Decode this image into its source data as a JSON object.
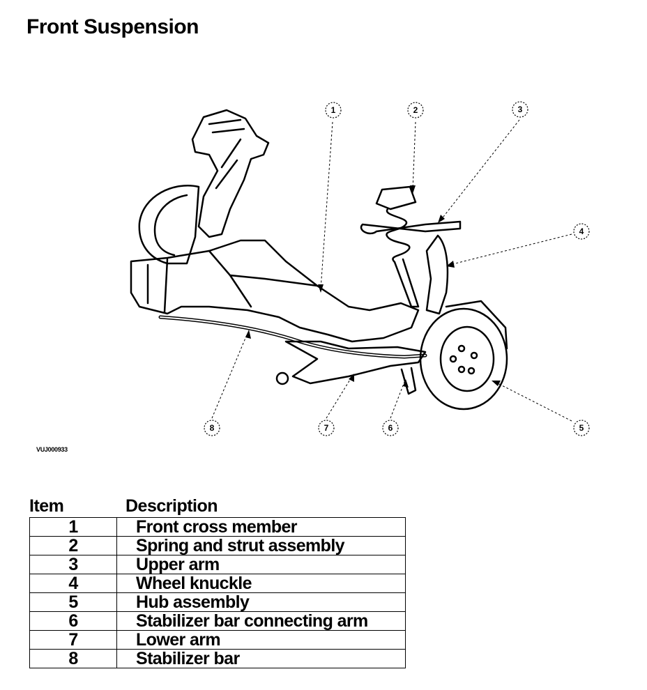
{
  "title": "Front Suspension",
  "figure_code": "VUJ000933",
  "callouts": [
    "1",
    "2",
    "3",
    "4",
    "5",
    "6",
    "7",
    "8"
  ],
  "table": {
    "headers": {
      "item": "Item",
      "description": "Description"
    },
    "rows": [
      {
        "item": "1",
        "description": "Front cross member"
      },
      {
        "item": "2",
        "description": "Spring and strut assembly"
      },
      {
        "item": "3",
        "description": "Upper arm"
      },
      {
        "item": "4",
        "description": "Wheel knuckle"
      },
      {
        "item": "5",
        "description": "Hub assembly"
      },
      {
        "item": "6",
        "description": "Stabilizer bar connecting arm"
      },
      {
        "item": "7",
        "description": "Lower arm"
      },
      {
        "item": "8",
        "description": "Stabilizer bar"
      }
    ]
  }
}
